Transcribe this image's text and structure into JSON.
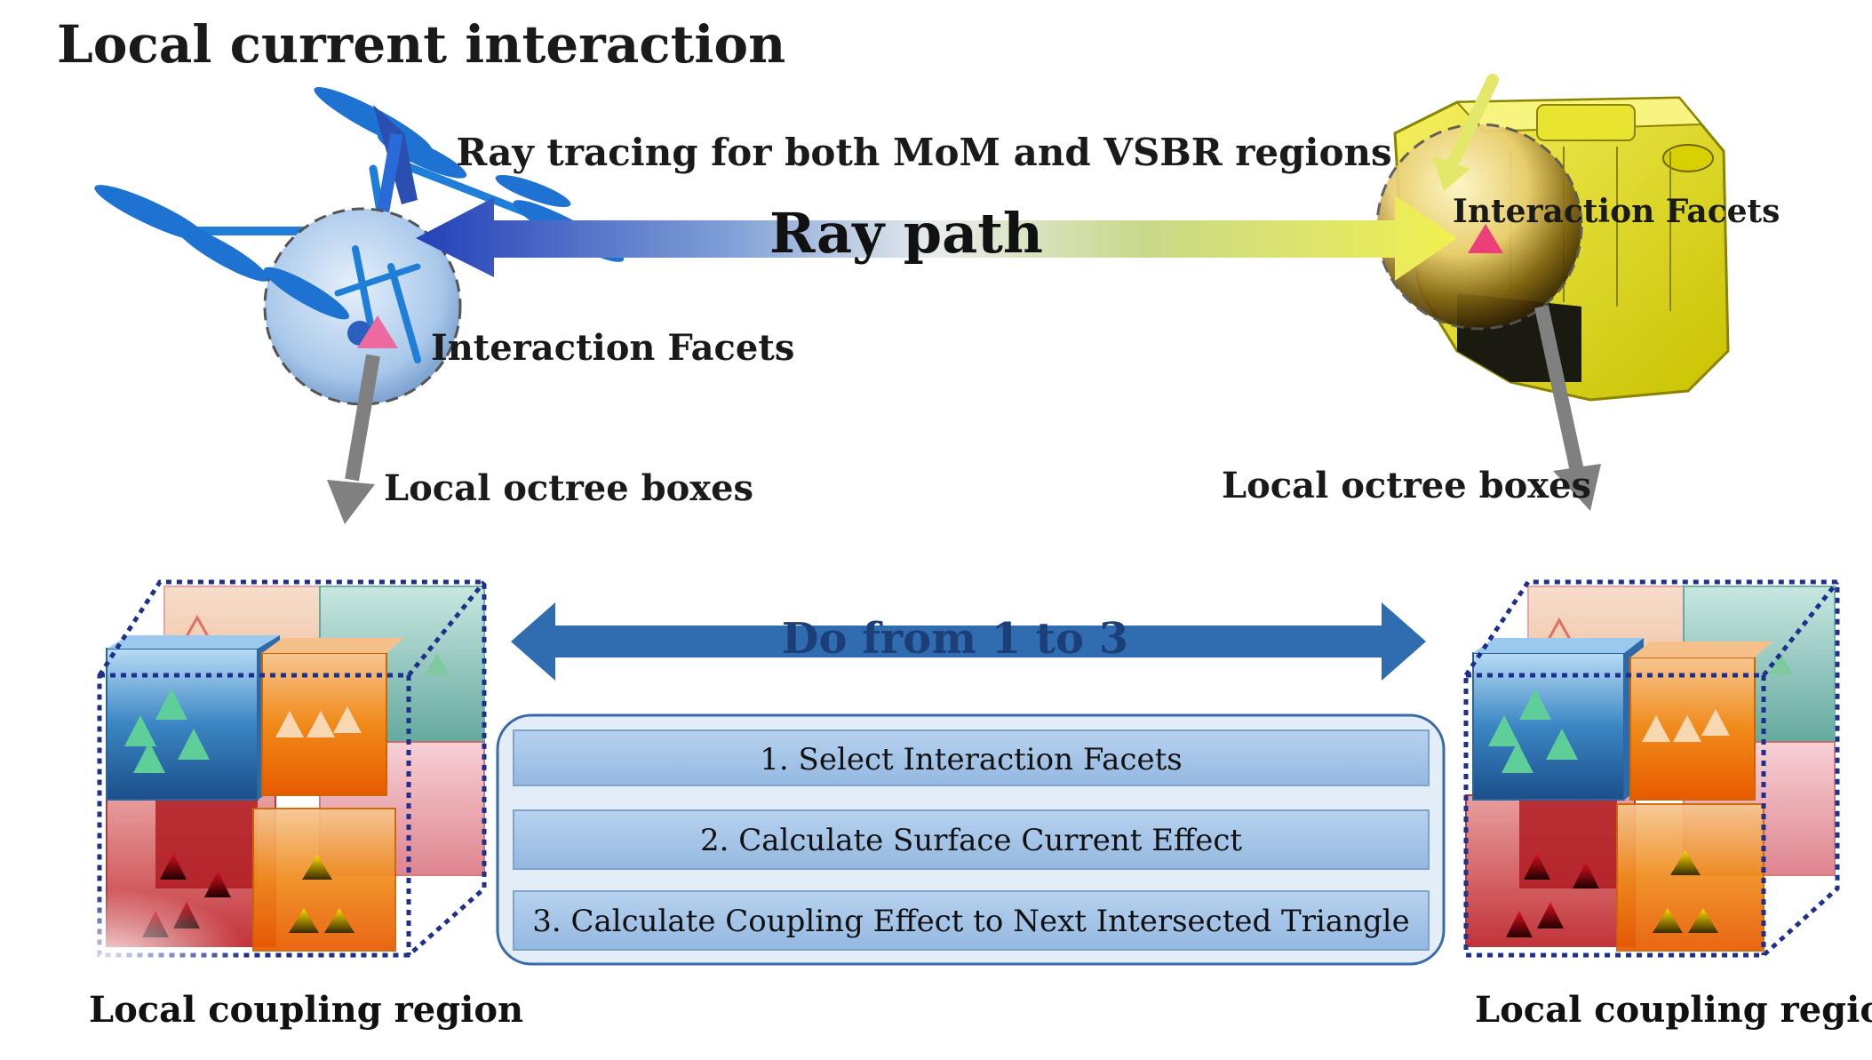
{
  "title": "Local current interaction",
  "ray_caption": "Ray tracing for both MoM and VSBR regions",
  "ray_label": "Ray path",
  "left": {
    "facet_label": "Interaction Facets",
    "octree_label": "Local octree boxes",
    "region_label": "Local coupling region"
  },
  "right": {
    "facet_label": "Interaction Facets",
    "octree_label": "Local octree boxes",
    "region_label": "Local coupling region"
  },
  "loop_label": "Do from 1 to 3",
  "steps": [
    "1. Select Interaction Facets",
    "2. Calculate Surface Current Effect",
    "3. Calculate Coupling Effect to Next Intersected Triangle"
  ],
  "colors": {
    "ray_blue": "#2340b8",
    "ray_yellow": "#f1f050",
    "loop_arrow": "#2f6db0",
    "step_fill": "#a3c4e8",
    "octree_arrow": "#808080",
    "craft_body": "#e6e000"
  }
}
